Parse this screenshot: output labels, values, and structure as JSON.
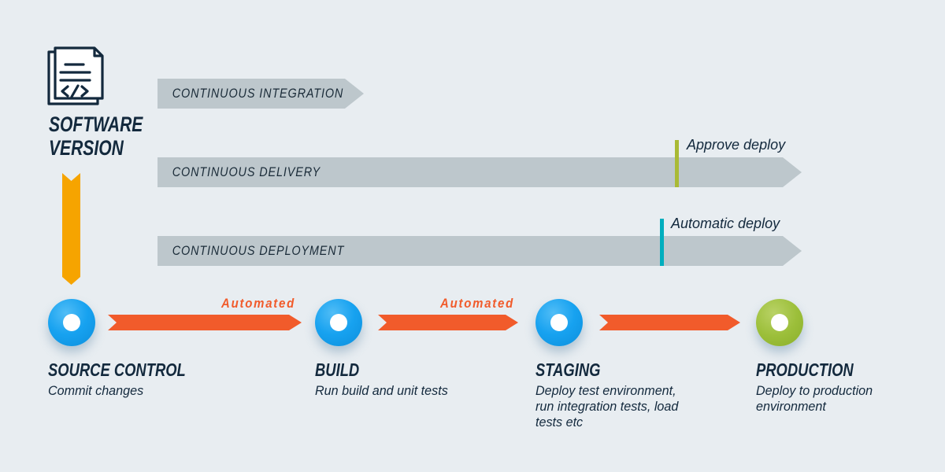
{
  "diagram": {
    "source": {
      "icon": "code-document-icon",
      "label": "SOFTWARE VERSION"
    },
    "pipelines": [
      {
        "label": "CONTINUOUS INTEGRATION"
      },
      {
        "label": "CONTINUOUS DELIVERY",
        "marker_label": "Approve deploy",
        "marker_color": "#a9ba35"
      },
      {
        "label": "CONTINUOUS DEPLOYMENT",
        "marker_label": "Automatic deploy",
        "marker_color": "#00aebe"
      }
    ],
    "connectors": [
      {
        "label": "Automated"
      },
      {
        "label": "Automated"
      },
      {
        "label": ""
      }
    ],
    "stages": [
      {
        "name": "SOURCE CONTROL",
        "description": "Commit changes",
        "dot_color": "#17a2f0"
      },
      {
        "name": "BUILD",
        "description": "Run build and unit tests",
        "dot_color": "#17a2f0"
      },
      {
        "name": "STAGING",
        "description": "Deploy test environment, run integration tests, load tests etc",
        "dot_color": "#17a2f0"
      },
      {
        "name": "PRODUCTION",
        "description": "Deploy to production environment",
        "dot_color": "#9cbf3a"
      }
    ],
    "colors": {
      "background": "#e8edf1",
      "bar_gray": "#bdc7cc",
      "text_dark_navy": "#13293d",
      "connector_orange": "#f15b2b",
      "version_arrow_amber": "#f6a400",
      "node_blue": "#17a2f0",
      "node_green": "#9cbf3a",
      "approve_marker_olive": "#a9ba35",
      "automatic_marker_teal": "#00aebe"
    }
  }
}
